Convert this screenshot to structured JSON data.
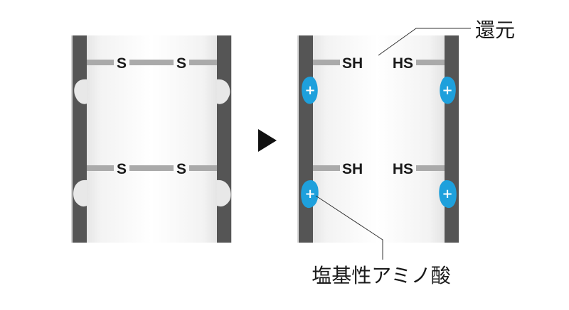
{
  "left_panel": {
    "top_bond": {
      "left_atom": "S",
      "right_atom": "S"
    },
    "bottom_bond": {
      "left_atom": "S",
      "right_atom": "S"
    }
  },
  "arrow_icon": "triangle-right-icon",
  "right_panel": {
    "top_row": {
      "left_group": "SH",
      "right_group": "HS"
    },
    "bottom_row": {
      "left_group": "SH",
      "right_group": "HS"
    },
    "charge_symbol": "+",
    "charge_color": "#1ea0dc"
  },
  "annotations": {
    "reduction": "還元",
    "basic_amino_acid": "塩基性アミノ酸"
  },
  "colors": {
    "strand": "#555555",
    "bond": "#aaaaaa"
  }
}
